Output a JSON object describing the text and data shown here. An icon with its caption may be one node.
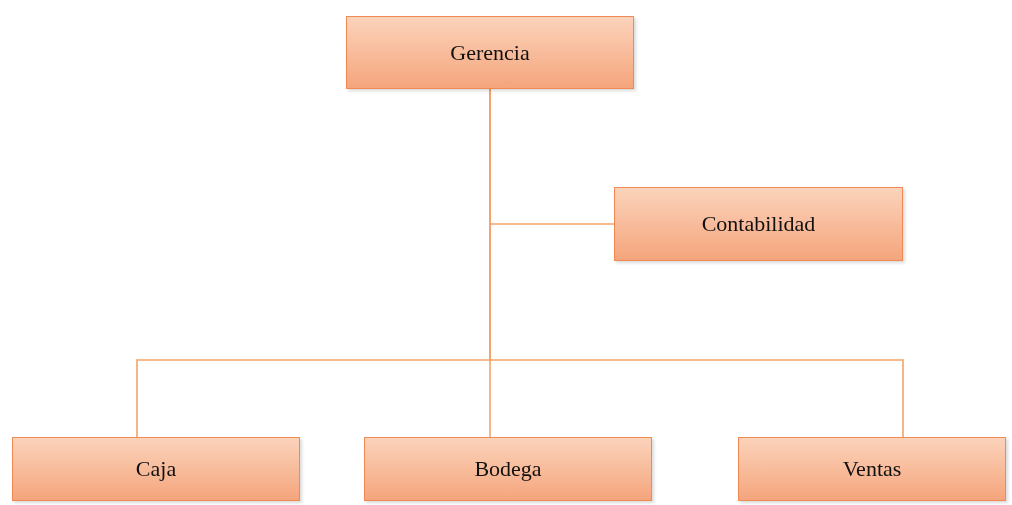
{
  "diagram": {
    "nodes": [
      {
        "text": [
          "Gerencia"
        ]
      },
      {
        "text": [
          "Contabilidad"
        ]
      },
      {
        "text": [
          "Caja"
        ]
      },
      {
        "text": [
          "Bodega"
        ]
      },
      {
        "text": [
          "Ventas"
        ]
      }
    ],
    "edges": [
      {
        "from": 0,
        "to": 1,
        "arrow": "none"
      },
      {
        "from": 0,
        "to": 2,
        "arrow": "none"
      },
      {
        "from": 0,
        "to": 3,
        "arrow": "none"
      },
      {
        "from": 0,
        "to": 4,
        "arrow": "none"
      }
    ]
  }
}
